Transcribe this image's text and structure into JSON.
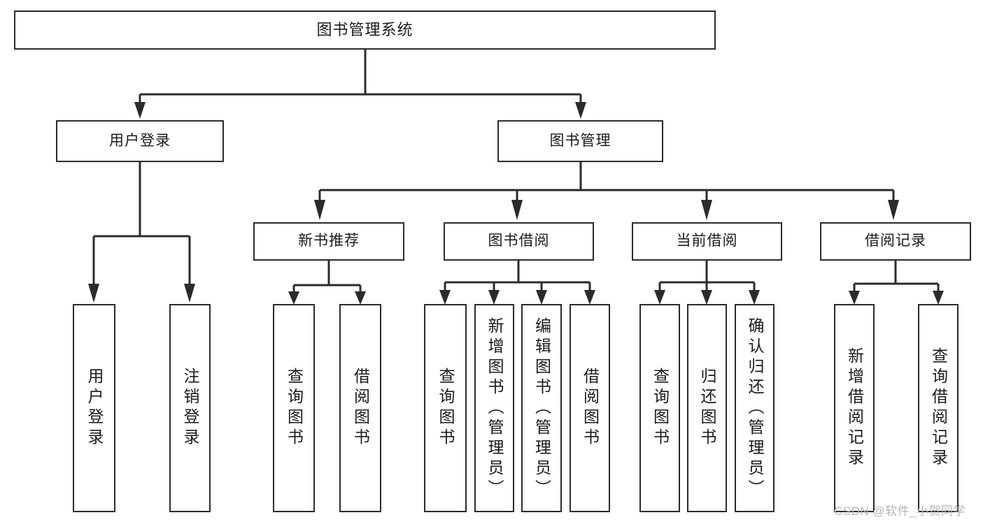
{
  "diagram": {
    "type": "tree",
    "title": "图书管理系统",
    "root": {
      "label": "图书管理系统"
    },
    "level1": [
      {
        "label": "用户登录"
      },
      {
        "label": "图书管理"
      }
    ],
    "level2": [
      {
        "label": "新书推荐"
      },
      {
        "label": "图书借阅"
      },
      {
        "label": "当前借阅"
      },
      {
        "label": "借阅记录"
      }
    ],
    "leaves": {
      "user_login": [
        {
          "label": "用户登录"
        },
        {
          "label": "注销登录"
        }
      ],
      "new_book_recommend": [
        {
          "label": "查询图书"
        },
        {
          "label": "借阅图书"
        }
      ],
      "book_borrow": [
        {
          "label": "查询图书"
        },
        {
          "label": "新增图书（管理员）"
        },
        {
          "label": "编辑图书（管理员）"
        },
        {
          "label": "借阅图书"
        }
      ],
      "current_borrow": [
        {
          "label": "查询图书"
        },
        {
          "label": "归还图书"
        },
        {
          "label": "确认归还（管理员）"
        }
      ],
      "borrow_record": [
        {
          "label": "新增借阅记录"
        },
        {
          "label": "查询借阅记录"
        }
      ]
    }
  },
  "watermark": {
    "text": "CSDN @软件_小贺同学"
  },
  "colors": {
    "stroke": "#2b2b2b",
    "fill": "#ffffff",
    "text": "#1b1b1b",
    "watermark": "#b6b6b6"
  }
}
